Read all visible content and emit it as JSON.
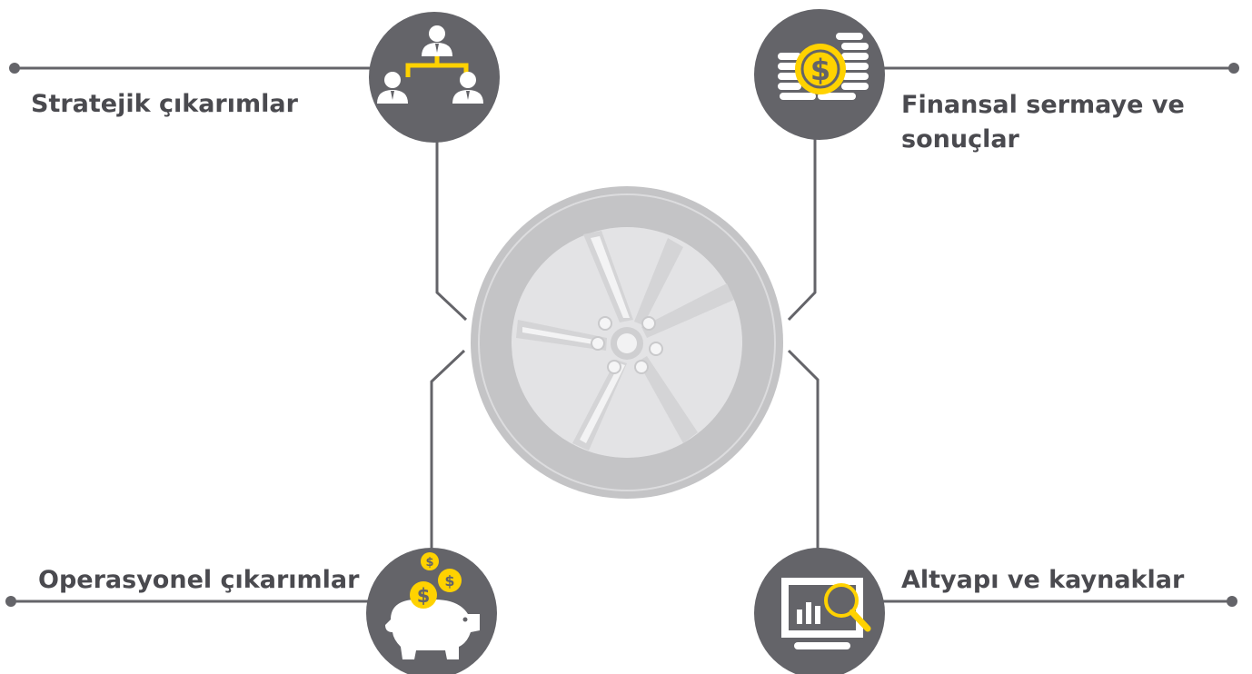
{
  "labels": {
    "strategic": "Stratejik çıkarımlar",
    "financial": "Finansal sermaye ve sonuçlar",
    "operational": "Operasyonel çıkarımlar",
    "infrastructure": "Altyapı ve kaynaklar"
  },
  "colors": {
    "circle": "#646469",
    "line": "#646469",
    "accent": "#ffd200",
    "icon_light": "#ffffff",
    "tire": "#c4c4c6",
    "rim": "#e3e3e5",
    "text": "#4a4a4f"
  },
  "icons": {
    "strategic": "org-chart-icon",
    "financial": "coins-dollar-icon",
    "operational": "piggy-bank-icon",
    "infrastructure": "monitor-analytics-icon",
    "center": "wheel-icon"
  }
}
